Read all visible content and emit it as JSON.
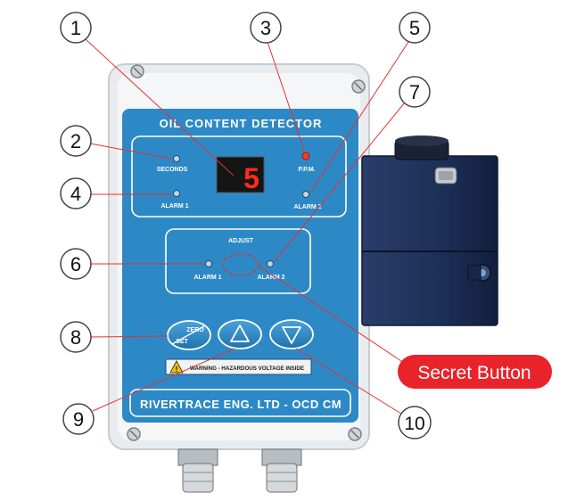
{
  "device": {
    "title": "OIL CONTENT DETECTOR",
    "display_value": "5",
    "indicators": {
      "seconds": "SECONDS",
      "ppm": "P.P.M.",
      "alarm1": "ALARM 1",
      "alarm2": "ALARM 2"
    },
    "adjust": {
      "title": "ADJUST",
      "alarm1": "ALARM 1",
      "alarm2": "ALARM 2"
    },
    "buttons": {
      "zero": "ZERO",
      "set": "SET"
    },
    "warning": "WARNING - HAZARDOUS VOLTAGE INSIDE",
    "footer": "RIVERTRACE ENG. LTD - OCD CM"
  },
  "callouts": [
    "1",
    "2",
    "3",
    "4",
    "5",
    "6",
    "7",
    "8",
    "9",
    "10"
  ],
  "secret_button_label": "Secret Button",
  "colors": {
    "panel_blue": "#2d89c6",
    "line_red": "#e53030",
    "badge_red": "#e8232a",
    "display_red": "#ff2a1a",
    "side_unit": "#1c2f56"
  }
}
